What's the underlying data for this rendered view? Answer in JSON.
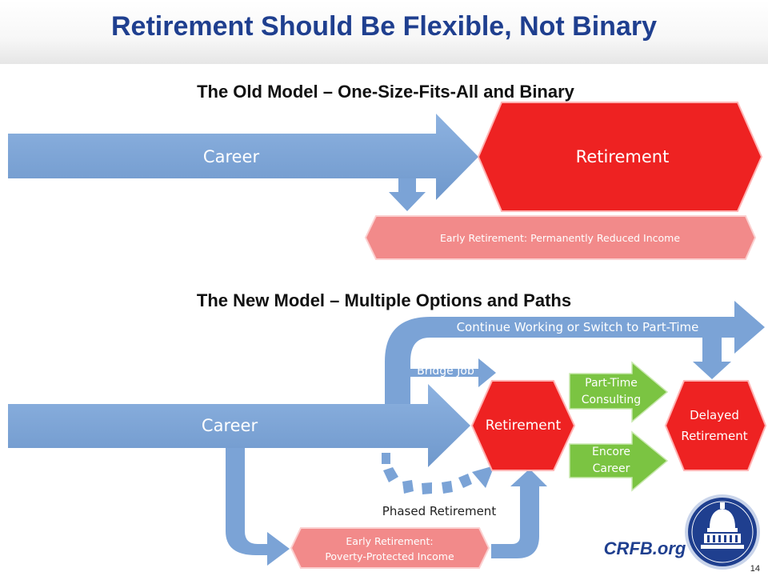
{
  "slide": {
    "title": "Retirement Should Be Flexible, Not Binary",
    "page_number": "14"
  },
  "old_model": {
    "heading": "The Old Model – One-Size-Fits-All and Binary",
    "career_label": "Career",
    "retirement_label": "Retirement",
    "early_retirement_label": "Early Retirement: Permanently Reduced Income"
  },
  "new_model": {
    "heading": "The New Model – Multiple Options and Paths",
    "career_label": "Career",
    "continue_working_label": "Continue Working or Switch to Part-Time",
    "bridge_job_label": "Bridge Job",
    "retirement_label": "Retirement",
    "part_time_consulting_line1": "Part-Time",
    "part_time_consulting_line2": "Consulting",
    "encore_career_line1": "Encore",
    "encore_career_line2": "Career",
    "delayed_retirement_line1": "Delayed",
    "delayed_retirement_line2": "Retirement",
    "phased_retirement_label": "Phased Retirement",
    "early_retirement_line1": "Early Retirement:",
    "early_retirement_line2": "Poverty-Protected Income"
  },
  "branding": {
    "org_text": "CRFB.org",
    "seal_icon": "capitol-dome-seal-icon"
  },
  "colors": {
    "title_blue": "#1f3f8f",
    "arrow_blue": "#7ba3d6",
    "retirement_red": "#ee2222",
    "early_retirement_pink": "#f28a8a",
    "option_green": "#7bc442"
  }
}
